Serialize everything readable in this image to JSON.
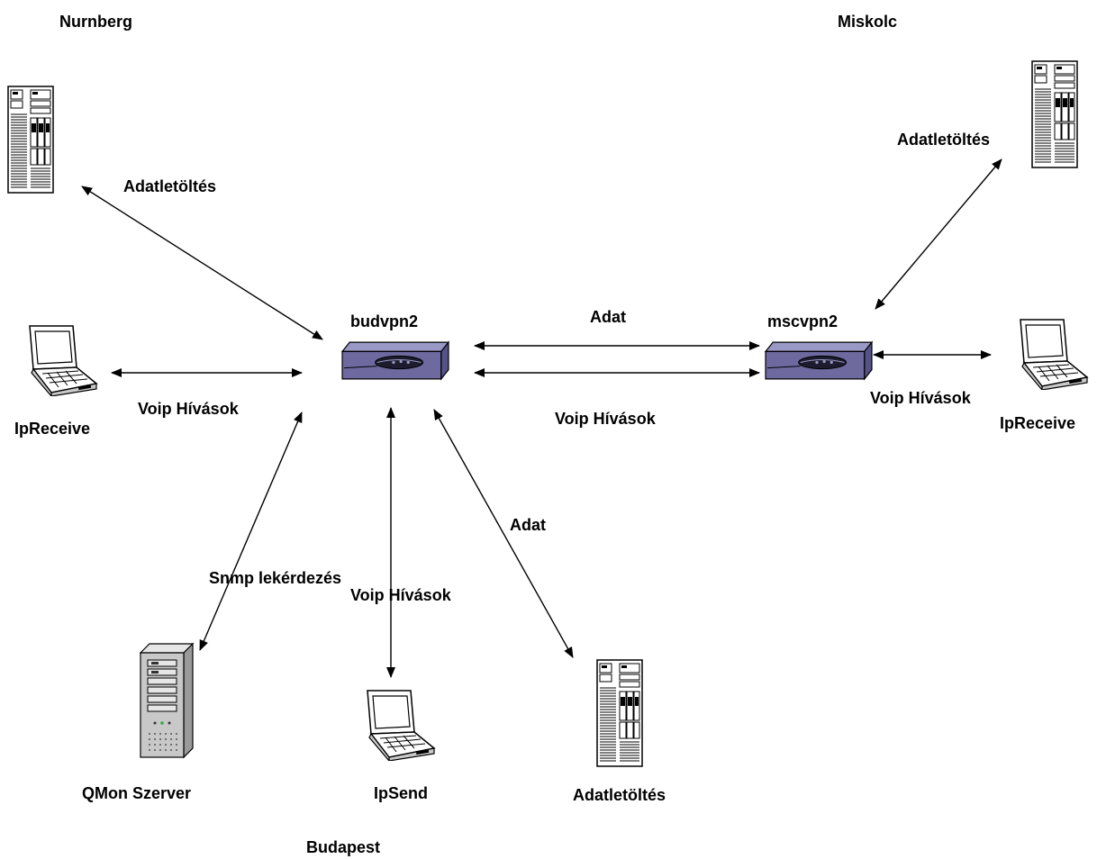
{
  "locations": {
    "nurnberg": "Nurnberg",
    "miskolc": "Miskolc",
    "budapest": "Budapest"
  },
  "nodes": {
    "budvpn2": "budvpn2",
    "mscvpn2": "mscvpn2",
    "ipreceive_left": "IpReceive",
    "ipreceive_right": "IpReceive",
    "qmon": "QMon Szerver",
    "ipsend": "IpSend",
    "adatletoltes_server": "Adatletöltés"
  },
  "links": {
    "nurnberg_budvpn2": "Adatletöltés",
    "miskolc_mscvpn2": "Adatletöltés",
    "vpn_adat": "Adat",
    "vpn_voip": "Voip Hívások",
    "left_voip": "Voip Hívások",
    "right_voip": "Voip Hívások",
    "snmp": "Snmp lekérdezés",
    "ipsend_voip": "Voip Hívások",
    "server_adat": "Adat"
  },
  "colors": {
    "line": "#000000",
    "router_body": "#6e6aa0",
    "router_top": "#9a98c4",
    "device_fill": "#ffffff",
    "device_gray": "#c8c8c8"
  },
  "icons": {
    "server": "server-tower-icon",
    "laptop": "laptop-icon",
    "router": "vpn-router-icon",
    "qmon": "qmon-server-icon"
  }
}
